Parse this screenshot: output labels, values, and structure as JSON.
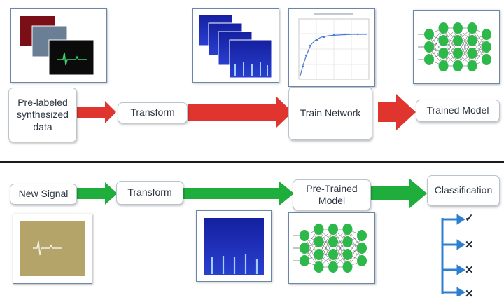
{
  "top_flow": {
    "box1": {
      "lines": [
        "Pre-labeled",
        "synthesized",
        "data"
      ]
    },
    "box2": "Transform",
    "box3": "Train Network",
    "box4": "Trained Model",
    "arrow_color": "#e0352f"
  },
  "bottom_flow": {
    "box1": "New Signal",
    "box2": "Transform",
    "box3": {
      "lines": [
        "Pre-Trained",
        "Model"
      ]
    },
    "box4": "Classification",
    "arrow_color": "#1fae3c",
    "results": [
      "check",
      "x",
      "x",
      "x"
    ]
  },
  "colors": {
    "net_node": "#2db84a",
    "spectrogram": "#1f2fb0",
    "dark_red": "#7a0f18",
    "tan": "#b4a46a"
  }
}
